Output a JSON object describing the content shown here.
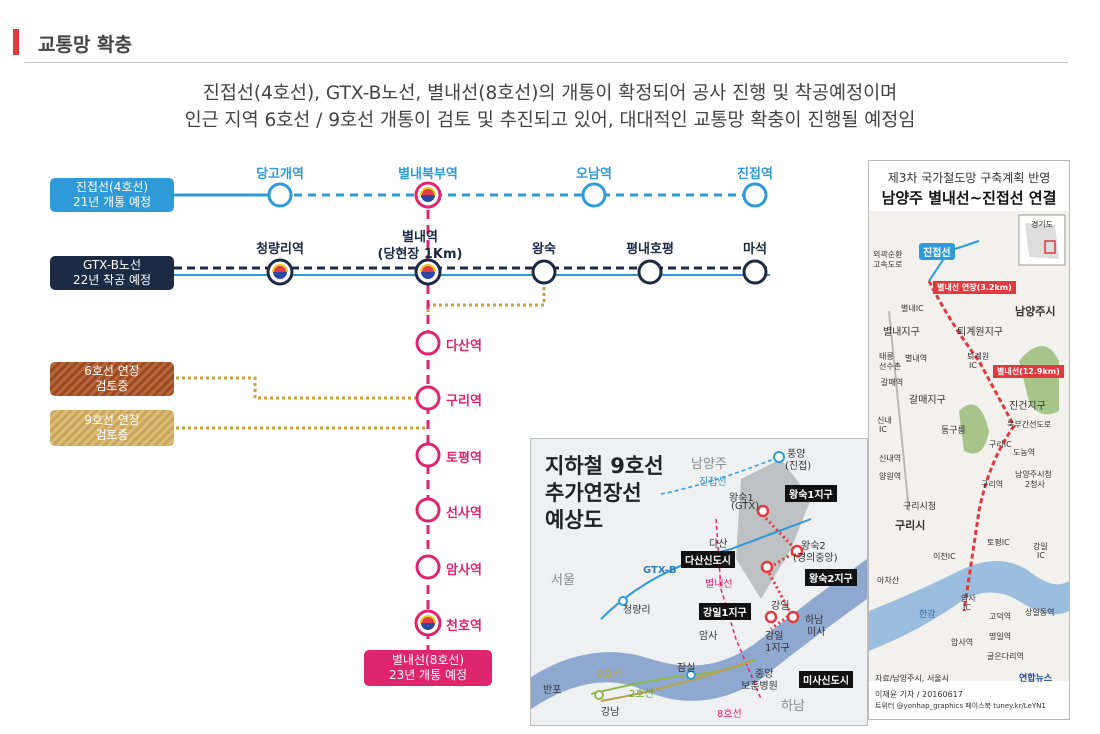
{
  "header": {
    "title": "교통망 확충"
  },
  "summary": {
    "line1": "진접선(4호선), GTX-B노선, 별내선(8호선)의 개통이 확정되어 공사 진행 및 착공예정이며",
    "line2": "인근 지역 6호선 / 9호선 개통이 검토 및 추진되고 있어, 대대적인 교통망 확충이 진행될 예정임"
  },
  "colors": {
    "line4": "#2f9ad8",
    "gtx": "#1c2a44",
    "line8": "#e0256f",
    "extension": "#c9a23a",
    "accent": "#e2393f"
  },
  "badges": {
    "line4": {
      "l1": "진접선(4호선)",
      "l2": "21년 개통 예정"
    },
    "gtx": {
      "l1": "GTX-B노선",
      "l2": "22년 착공 예정"
    },
    "line6": {
      "l1": "6호선 연장",
      "l2": "검토중"
    },
    "line9": {
      "l1": "9호선 연장",
      "l2": "검토중"
    },
    "line8": {
      "l1": "별내선(8호선)",
      "l2": "23년 개통 예정"
    }
  },
  "stations4": [
    "당고개역",
    "별내북부역",
    "오남역",
    "진접역"
  ],
  "stationsGtx": [
    "청량리역",
    "별내역",
    "(당현장 1Km)",
    "왕숙",
    "평내호평",
    "마석"
  ],
  "stations8": [
    "다산역",
    "구리역",
    "토평역",
    "선사역",
    "암사역",
    "천호역"
  ],
  "map9": {
    "title": [
      "지하철 9호선",
      "추가연장선",
      "예상도"
    ],
    "labels": [
      "남양주",
      "풍양",
      "(진접)",
      "진접선",
      "왕숙1",
      "(GTX)",
      "다산",
      "왕숙2",
      "(경의중앙)",
      "서울",
      "GTX-B",
      "별내선",
      "청량리",
      "강일",
      "하남",
      "미사",
      "암사",
      "강일",
      "1지구",
      "잠실",
      "중앙",
      "보훈병원",
      "9호선",
      "반포",
      "2호선",
      "강남",
      "8호선",
      "하남"
    ],
    "tags": [
      "왕숙1지구",
      "다산신도시",
      "왕숙2지구",
      "강일1지구",
      "미사신도시"
    ]
  },
  "map8": {
    "title1": "제3차 국가철도망 구축계획 반영",
    "title2": "남양주 별내선~진접선 연결",
    "labels": [
      "외곽순환",
      "고속도로",
      "진접선",
      "경기도",
      "별내선 연장(3.2km)",
      "별내IC",
      "남양주시",
      "별내지구",
      "퇴계원지구",
      "태릉",
      "선수촌",
      "별내역",
      "퇴계원",
      "IC",
      "갈매역",
      "별내선(12.9km)",
      "갈매지구",
      "진건지구",
      "신내",
      "IC",
      "동구릉",
      "북부간선도로",
      "구리IC",
      "도농역",
      "신내역",
      "구리역",
      "남양주시청",
      "2청사",
      "양원역",
      "구리시청",
      "구리시",
      "토평IC",
      "이천IC",
      "강일",
      "IC",
      "암사",
      "IC",
      "고덕역",
      "상일동역",
      "암사역",
      "명일역",
      "굴은다리역",
      "아차산",
      "한강",
      "자료/남양주시, 서울시",
      "연합뉴스",
      "이재윤 기자 / 20160617",
      "트위터 @yonhap_graphics 페이스북 tuney.kr/LeYN1"
    ]
  }
}
